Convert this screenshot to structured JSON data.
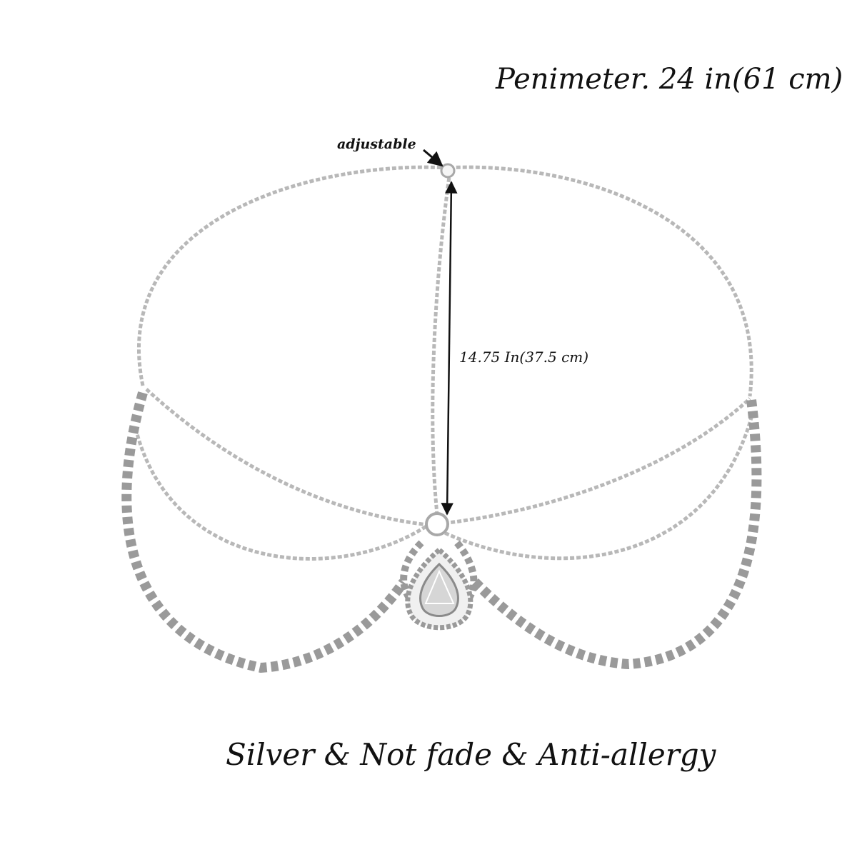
{
  "product_image": {
    "perimeter_text": "Penimeter. 24 in(61 cm)",
    "adjustable_text": "adjustable",
    "length_text": "14.75 In(37.5 cm)",
    "features_text": "Silver & Not fade & Anti-allergy",
    "colors": {
      "background": "#ffffff",
      "chain": "#b8b8b8",
      "rhinestone": "#9a9a9a",
      "text": "#111111"
    }
  }
}
